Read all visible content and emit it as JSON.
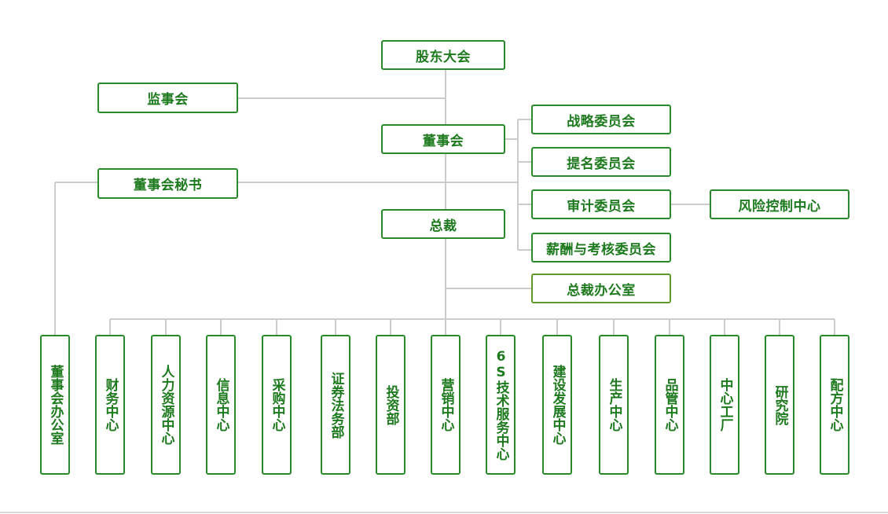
{
  "colors": {
    "box_border": "#2a8a2a",
    "box_border_alt": "#5e9a2a",
    "text": "#1e7a1e",
    "connector": "#cccccc"
  },
  "top": {
    "shareholders": "股东大会",
    "supervisory": "监事会",
    "board": "董事会",
    "board_secretary": "董事会秘书",
    "president": "总裁",
    "president_office": "总裁办公室"
  },
  "committees": {
    "strategy": "战略委员会",
    "nomination": "提名委员会",
    "audit": "审计委员会",
    "compensation": "薪酬与考核委员会",
    "risk_control": "风险控制中心"
  },
  "departments": [
    "董事会办公室",
    "财务中心",
    "人力资源中心",
    "信息中心",
    "采购中心",
    "证券法务部",
    "投资部",
    "营销中心",
    "6S技术服务中心",
    "建设发展中心",
    "生产中心",
    "品管中心",
    "中心工厂",
    "研究院",
    "配方中心"
  ]
}
